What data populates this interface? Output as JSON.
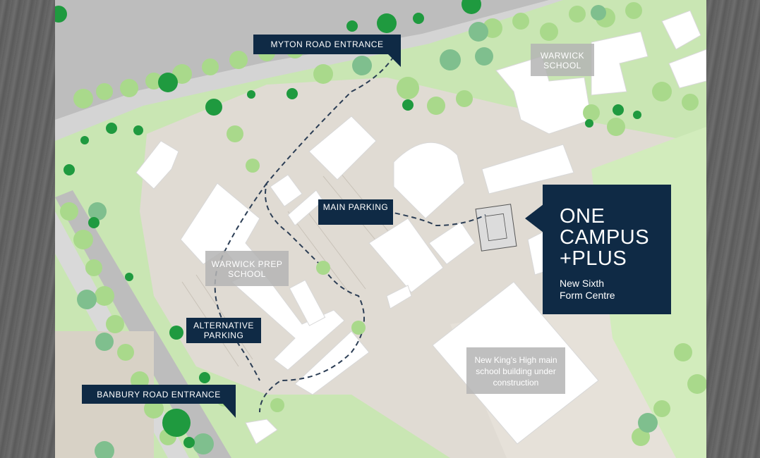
{
  "map": {
    "colors": {
      "grass": "#c9e6b3",
      "path": "#e0dbd3",
      "road": "#bcbcbc",
      "building": "#ffffff",
      "tree_light": "#a9d98b",
      "tree_dark": "#1f9a3f",
      "label_dark": "#0f2a45",
      "label_grey": "#b4b4b4"
    },
    "labels": {
      "myton_road_entrance": "Myton Road Entrance",
      "warwick_school": "Warwick School",
      "main_parking": "Main Parking",
      "warwick_prep_school": "Warwick Prep School",
      "alternative_parking": "Alternative Parking",
      "banbury_road_entrance": "Banbury Road Entrance",
      "new_kings_high": "New King's High main school building under construction"
    },
    "callout": {
      "brand_line1": "ONE",
      "brand_line2": "CAMPUS",
      "brand_line3": "+PLUS",
      "subtitle_line1": "New Sixth",
      "subtitle_line2": "Form Centre"
    }
  }
}
